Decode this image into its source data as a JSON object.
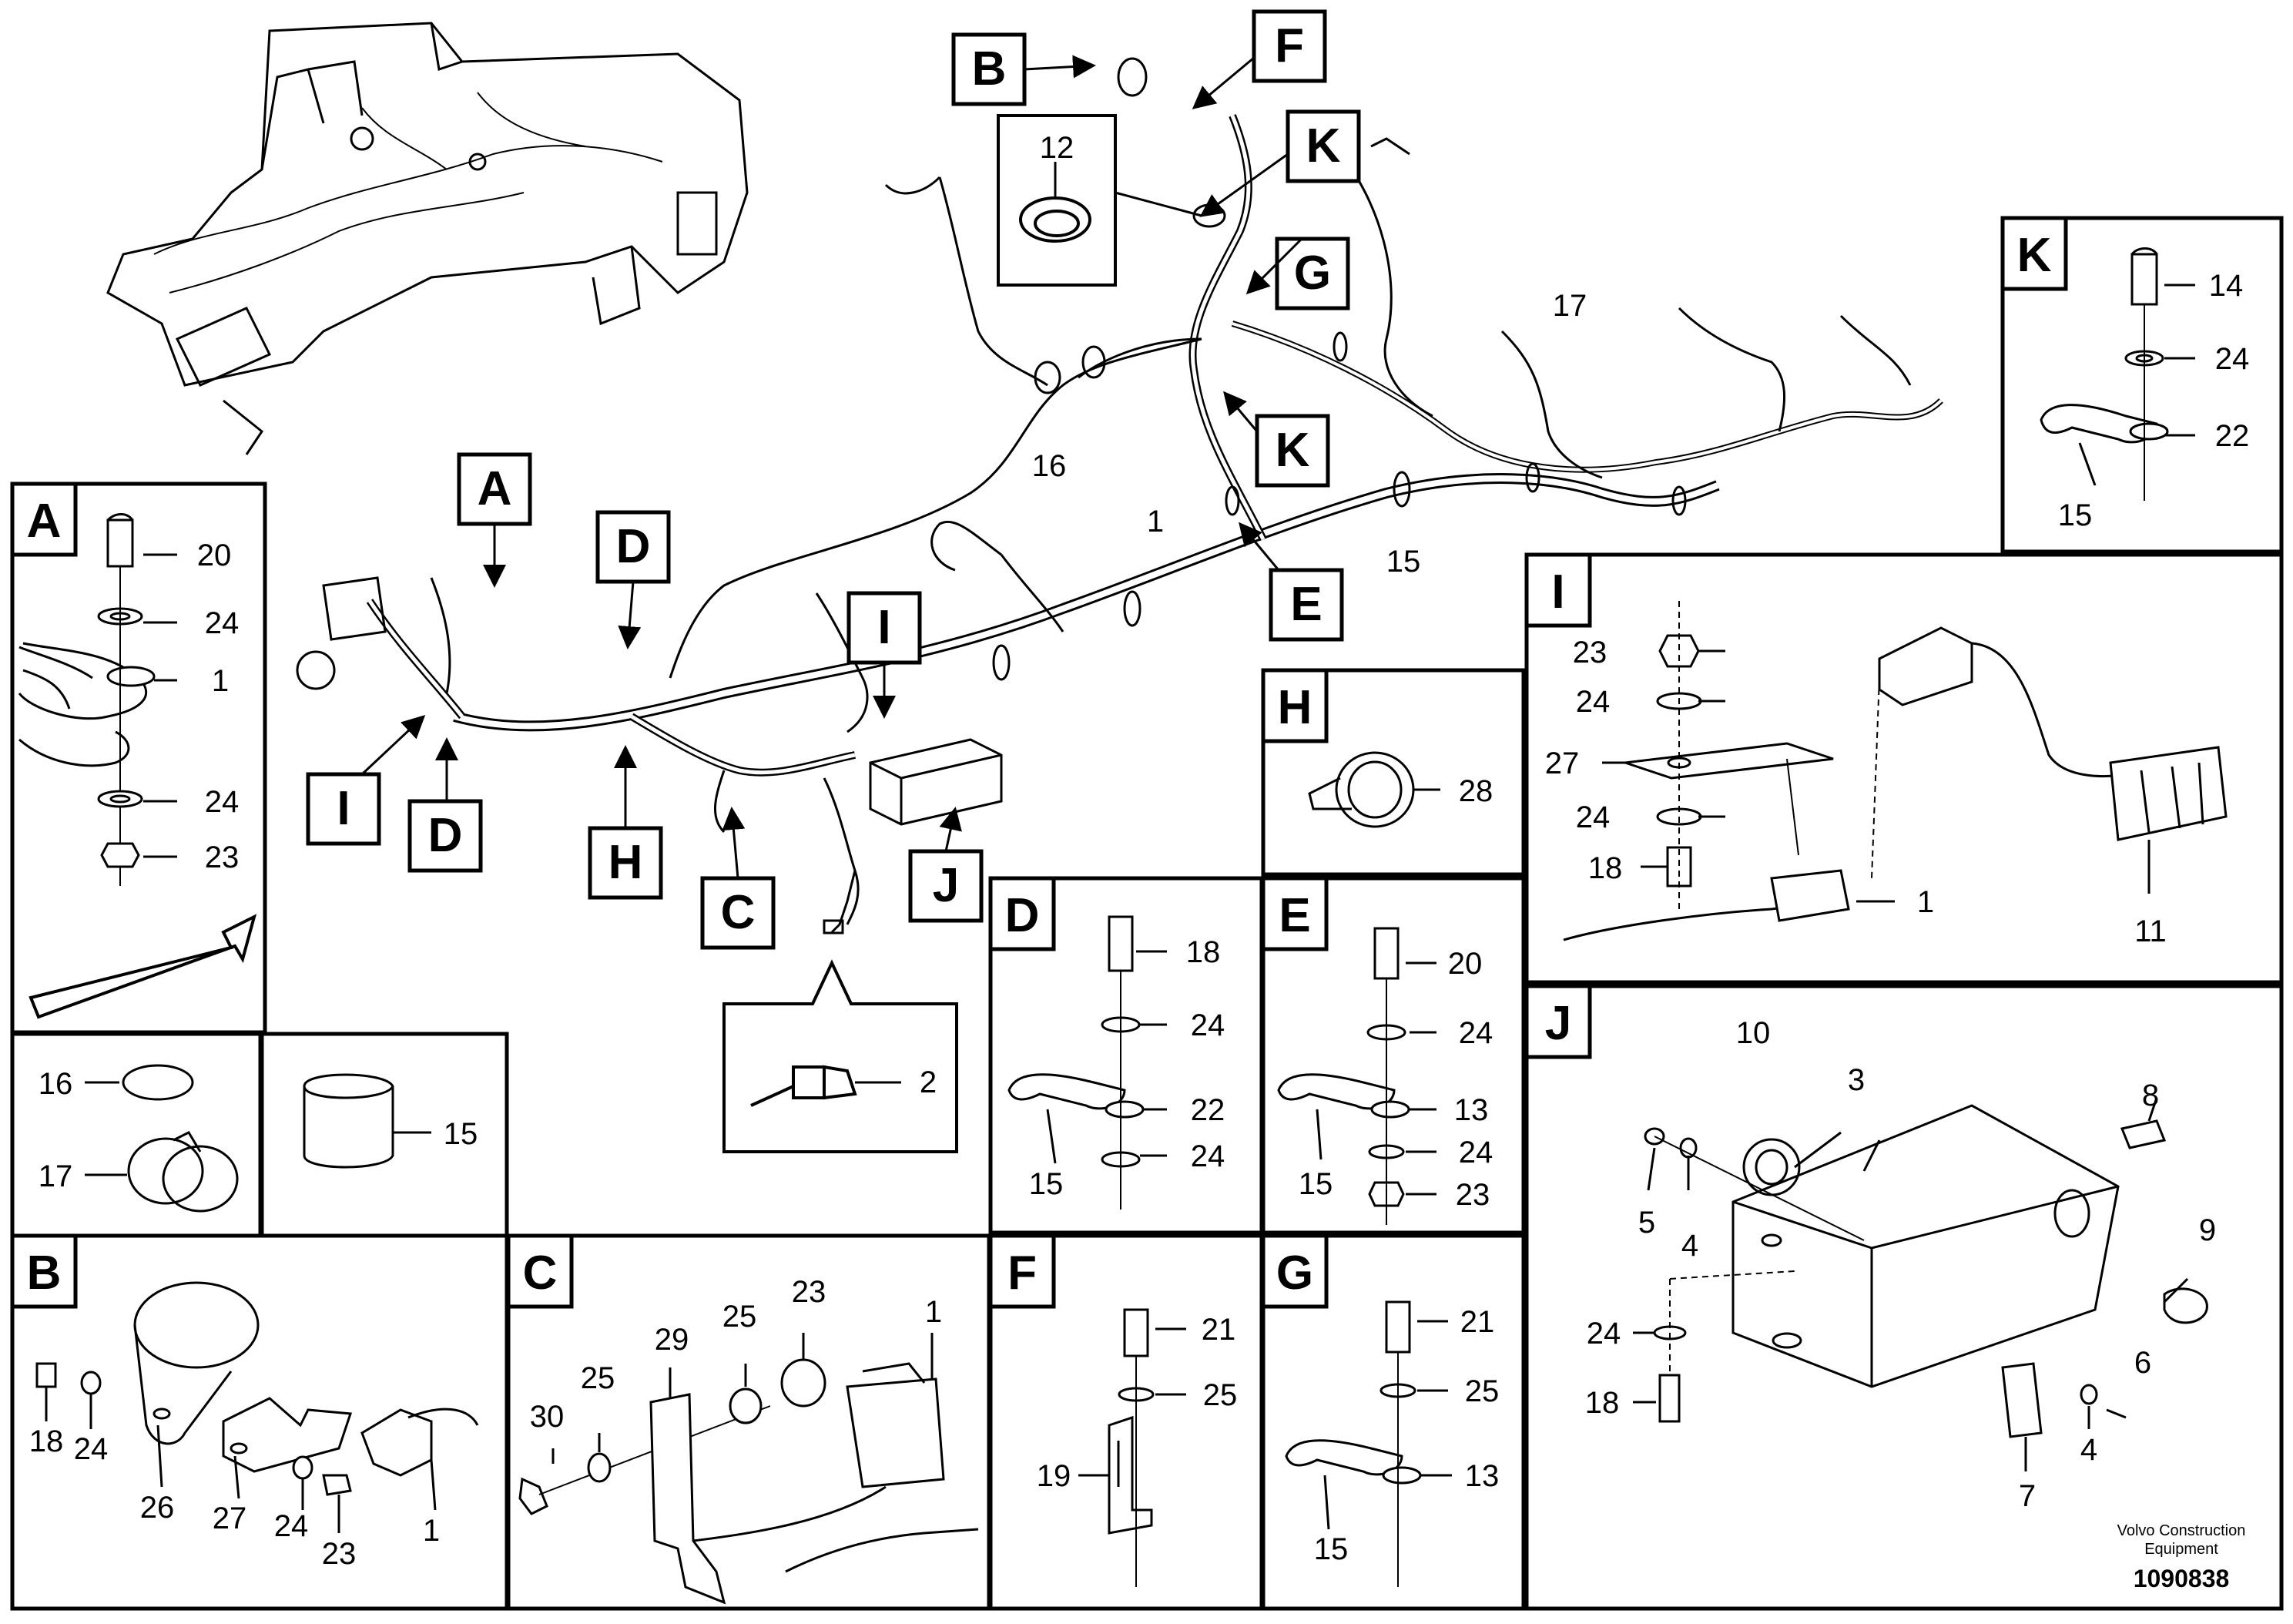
{
  "credit": {
    "line1": "Volvo Construction",
    "line2": "Equipment"
  },
  "part_number": "1090838",
  "main_callouts": [
    "B",
    "F",
    "K",
    "G",
    "K",
    "E",
    "A",
    "D",
    "I",
    "I",
    "D",
    "H",
    "C",
    "J"
  ],
  "main_labels": [
    "12",
    "17",
    "16",
    "1",
    "15",
    "2"
  ],
  "panels": {
    "A": {
      "letter": "A",
      "labels": [
        "20",
        "24",
        "1",
        "24",
        "23"
      ]
    },
    "K": {
      "letter": "K",
      "labels": [
        "14",
        "24",
        "22",
        "15"
      ]
    },
    "I": {
      "letter": "I",
      "labels": [
        "23",
        "24",
        "27",
        "24",
        "18",
        "1",
        "11"
      ]
    },
    "H": {
      "letter": "H",
      "labels": [
        "28"
      ]
    },
    "clips_16_17": {
      "labels": [
        "16",
        "17"
      ]
    },
    "clip_15": {
      "labels": [
        "15"
      ]
    },
    "D": {
      "letter": "D",
      "labels": [
        "18",
        "24",
        "22",
        "15",
        "24"
      ]
    },
    "E": {
      "letter": "E",
      "labels": [
        "20",
        "24",
        "13",
        "15",
        "24",
        "23"
      ]
    },
    "J": {
      "letter": "J",
      "labels": [
        "10",
        "3",
        "8",
        "5",
        "4",
        "9",
        "24",
        "18",
        "7",
        "4",
        "6"
      ]
    },
    "B": {
      "letter": "B",
      "labels": [
        "18",
        "24",
        "26",
        "27",
        "24",
        "23",
        "1"
      ]
    },
    "C": {
      "letter": "C",
      "labels": [
        "30",
        "25",
        "29",
        "25",
        "23",
        "1"
      ]
    },
    "F": {
      "letter": "F",
      "labels": [
        "21",
        "25",
        "19"
      ]
    },
    "G": {
      "letter": "G",
      "labels": [
        "21",
        "25",
        "13",
        "15"
      ]
    }
  }
}
